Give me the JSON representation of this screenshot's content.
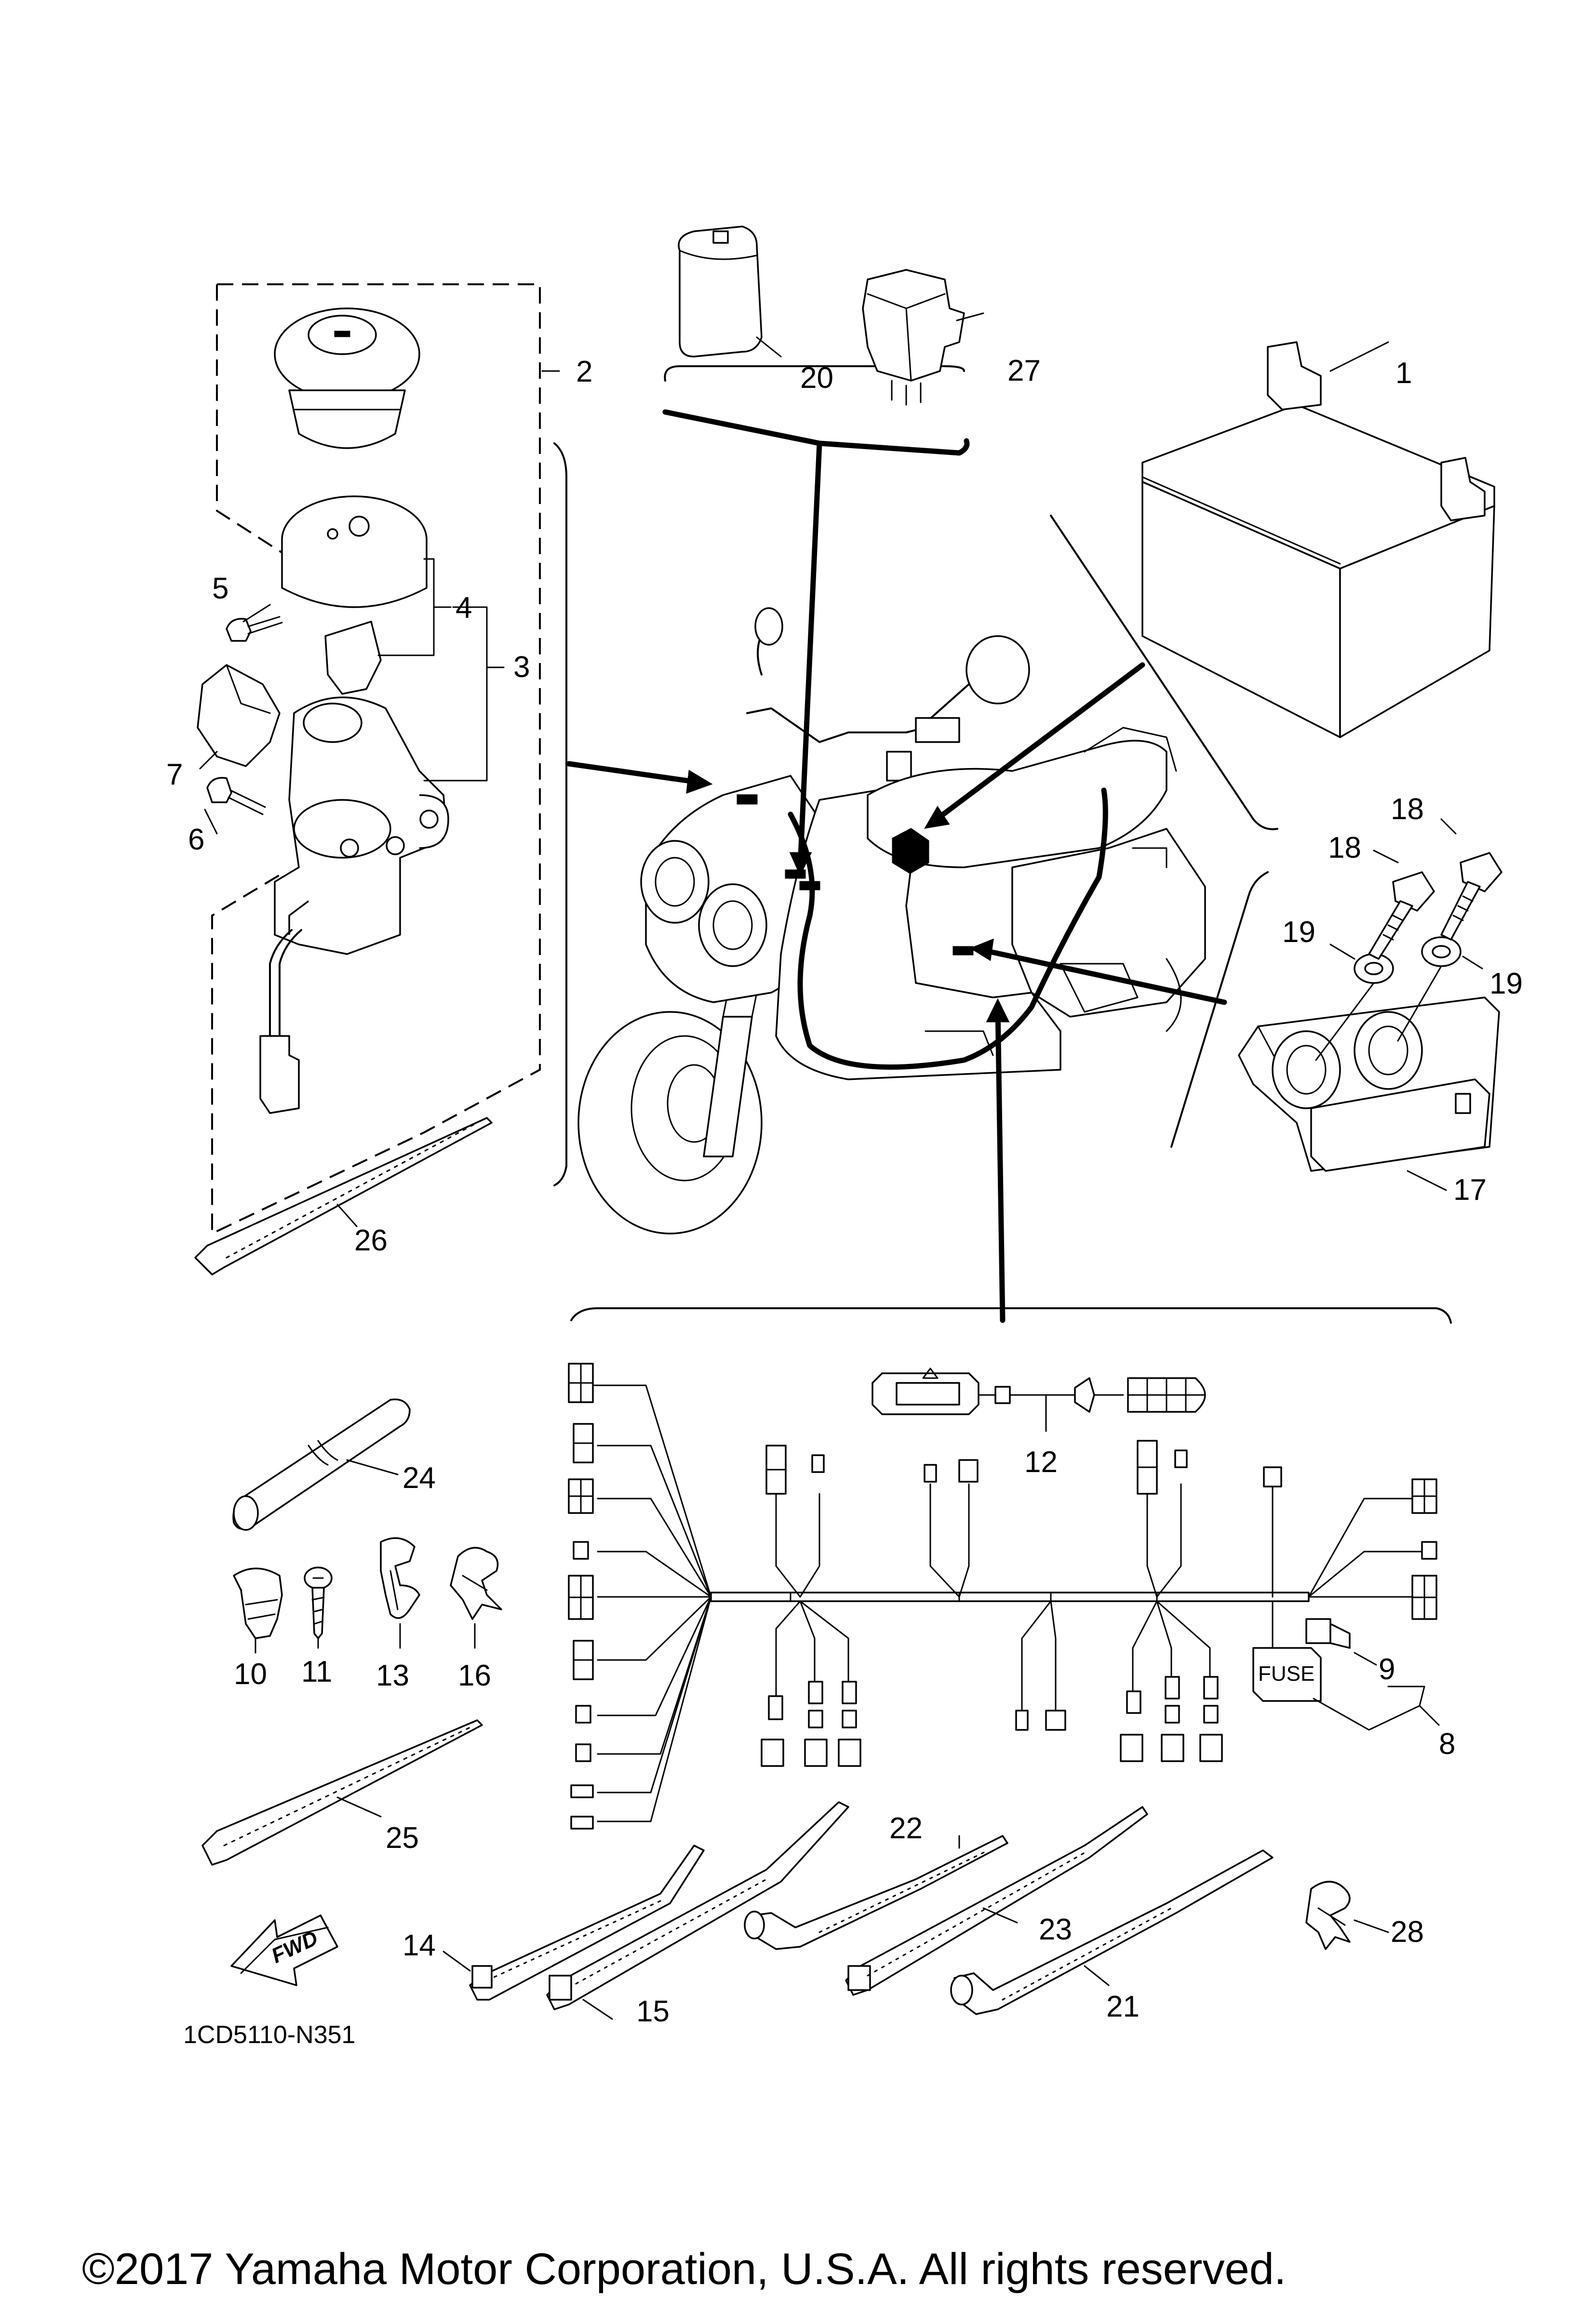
{
  "copyright": "©2017 Yamaha Motor Corporation, U.S.A. All rights reserved.",
  "diagram_code": "1CD5110-N351",
  "fwd_label": "FWD",
  "fuse_label": "FUSE",
  "callouts": {
    "c1": "1",
    "c2": "2",
    "c3": "3",
    "c4": "4",
    "c5": "5",
    "c6": "6",
    "c7": "7",
    "c8": "8",
    "c9": "9",
    "c10": "10",
    "c11": "11",
    "c12": "12",
    "c13": "13",
    "c14": "14",
    "c15": "15",
    "c16": "16",
    "c17": "17",
    "c18a": "18",
    "c18b": "18",
    "c19a": "19",
    "c19b": "19",
    "c20": "20",
    "c21": "21",
    "c22": "22",
    "c23": "23",
    "c24": "24",
    "c25": "25",
    "c26": "26",
    "c27": "27",
    "c28": "28"
  }
}
